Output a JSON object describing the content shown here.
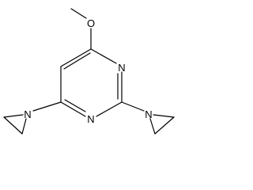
{
  "molecule": {
    "atoms": [
      {
        "id": "o1",
        "label": "O"
      },
      {
        "id": "n3",
        "label": "N"
      },
      {
        "id": "n1",
        "label": "N"
      },
      {
        "id": "naz1",
        "label": "N"
      },
      {
        "id": "naz2",
        "label": "N"
      }
    ],
    "colors": {
      "bond": "#000000",
      "label": "#000000",
      "background": "#ffffff"
    }
  }
}
